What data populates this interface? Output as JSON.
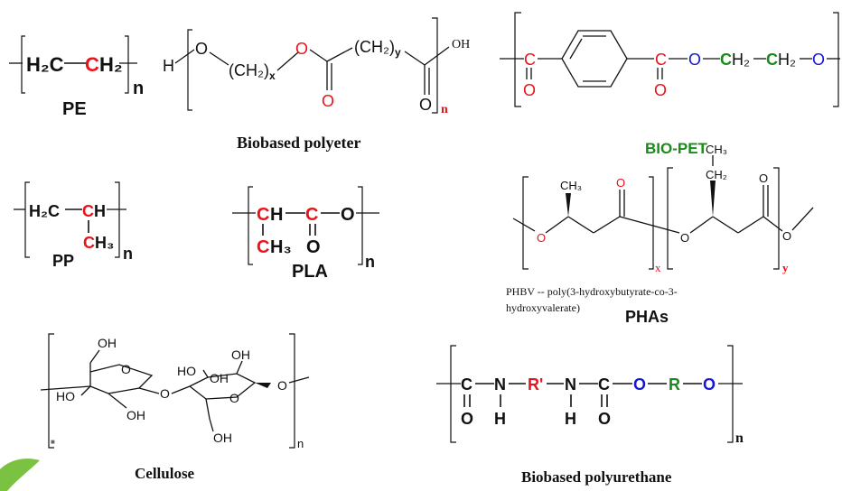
{
  "colors": {
    "black": "#111111",
    "red": "#e8131b",
    "green": "#1a8a1a",
    "blue": "#1616d6",
    "leaf": "#7cc242"
  },
  "pe": {
    "h2c": "H₂C",
    "c": "C",
    "h2": "H₂",
    "n": "n",
    "name": "PE"
  },
  "biopolyester": {
    "h": "H",
    "o1": "O",
    "ch2x": "(CH₂)",
    "x": "x",
    "o2": "O",
    "o3": "O",
    "ch2y": "(CH₂)",
    "y": "y",
    "oh": "OH",
    "o4": "O",
    "n": "n",
    "name": "Biobased polyeter"
  },
  "biopet": {
    "c1": "C",
    "o_dbl1": "O",
    "c2": "C",
    "o_dbl2": "O",
    "o1": "O",
    "ch2a_c": "C",
    "ch2a_h": "H₂",
    "ch2b_c": "C",
    "ch2b_h": "H₂",
    "o2": "O",
    "name": "BIO-PET"
  },
  "pp": {
    "h2c": "H₂C",
    "c": "C",
    "h": "H",
    "ch3c": "C",
    "ch3h": "H₃",
    "n": "n",
    "name": "PP"
  },
  "pla": {
    "c1": "C",
    "h": "H",
    "c2": "C",
    "o": "O",
    "ch3c": "C",
    "ch3h": "H₃",
    "o_dbl": "O",
    "n": "n",
    "name": "PLA"
  },
  "phbv": {
    "ch3a": "CH₃",
    "ch3b": "CH₃",
    "ch2": "CH₂",
    "o1": "O",
    "o_dbl1": "O",
    "o2": "O",
    "o_dbl2": "O",
    "o3": "O",
    "x": "x",
    "y": "y",
    "caption_line1": "PHBV -- poly(3-hydroxybutyrate-co-3-",
    "caption_line2": "hydroxyvalerate)",
    "name": "PHAs"
  },
  "cellulose": {
    "oh1": "OH",
    "oh2": "OH",
    "ho1": "HO",
    "oh3": "OH",
    "ho2": "HO",
    "oh4": "OH",
    "oh5": "OH",
    "o_ring1": "O",
    "o_link": "O",
    "o_ring2": "O",
    "o_end": "O",
    "n": "n",
    "name": "Cellulose"
  },
  "polyurethane": {
    "c1": "C",
    "n1": "N",
    "rp": "R'",
    "n2": "N",
    "c2": "C",
    "o1": "O",
    "r": "R",
    "o2": "O",
    "o_dbl1": "O",
    "h1": "H",
    "h2": "H",
    "o_dbl2": "O",
    "n": "n",
    "name": "Biobased polyurethane"
  }
}
